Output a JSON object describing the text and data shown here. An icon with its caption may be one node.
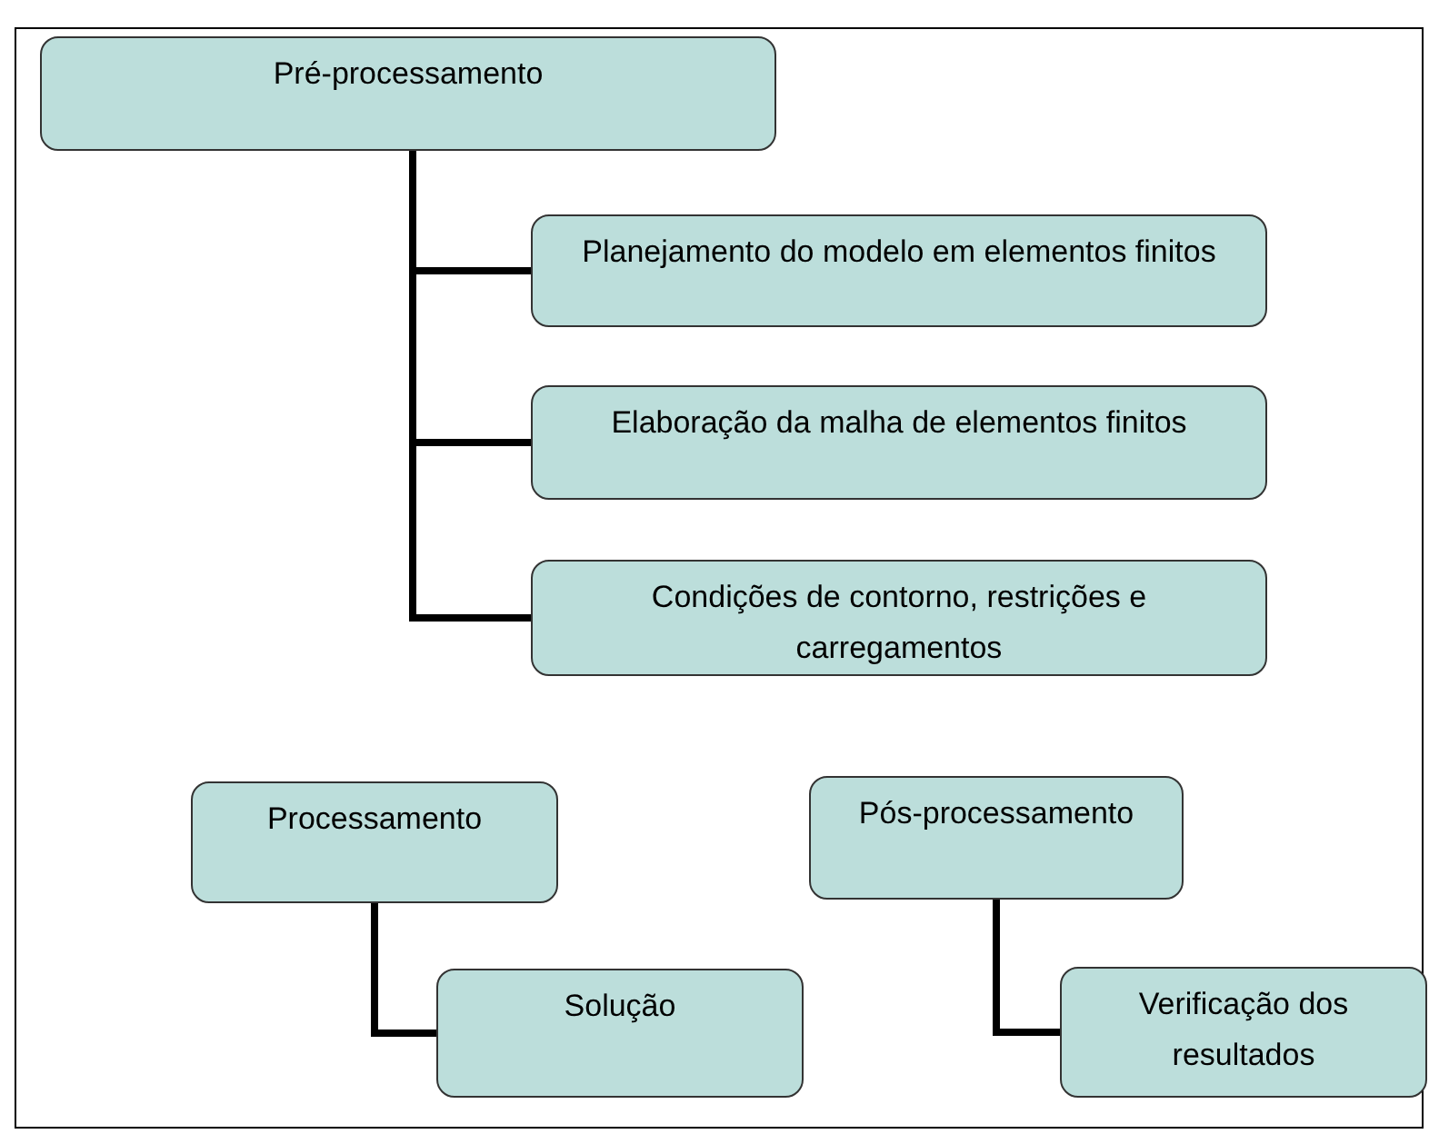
{
  "diagram": {
    "nodes": [
      {
        "text": [
          "Pré-processamento"
        ]
      },
      {
        "text": [
          "Planejamento do modelo em elementos finitos"
        ]
      },
      {
        "text": [
          "Elaboração da malha de elementos finitos"
        ]
      },
      {
        "text": [
          "Condições de contorno, restrições e carregamentos"
        ]
      },
      {
        "text": [
          "Processamento"
        ]
      },
      {
        "text": [
          "Solução"
        ]
      },
      {
        "text": [
          "Pós-processamento"
        ]
      },
      {
        "text": [
          "Verificação dos resultados"
        ]
      }
    ],
    "edges": [
      {
        "from": 0,
        "to": 1,
        "arrow": "none"
      },
      {
        "from": 0,
        "to": 2,
        "arrow": "none"
      },
      {
        "from": 0,
        "to": 3,
        "arrow": "none"
      },
      {
        "from": 4,
        "to": 5,
        "arrow": "none"
      },
      {
        "from": 6,
        "to": 7,
        "arrow": "none"
      }
    ]
  }
}
